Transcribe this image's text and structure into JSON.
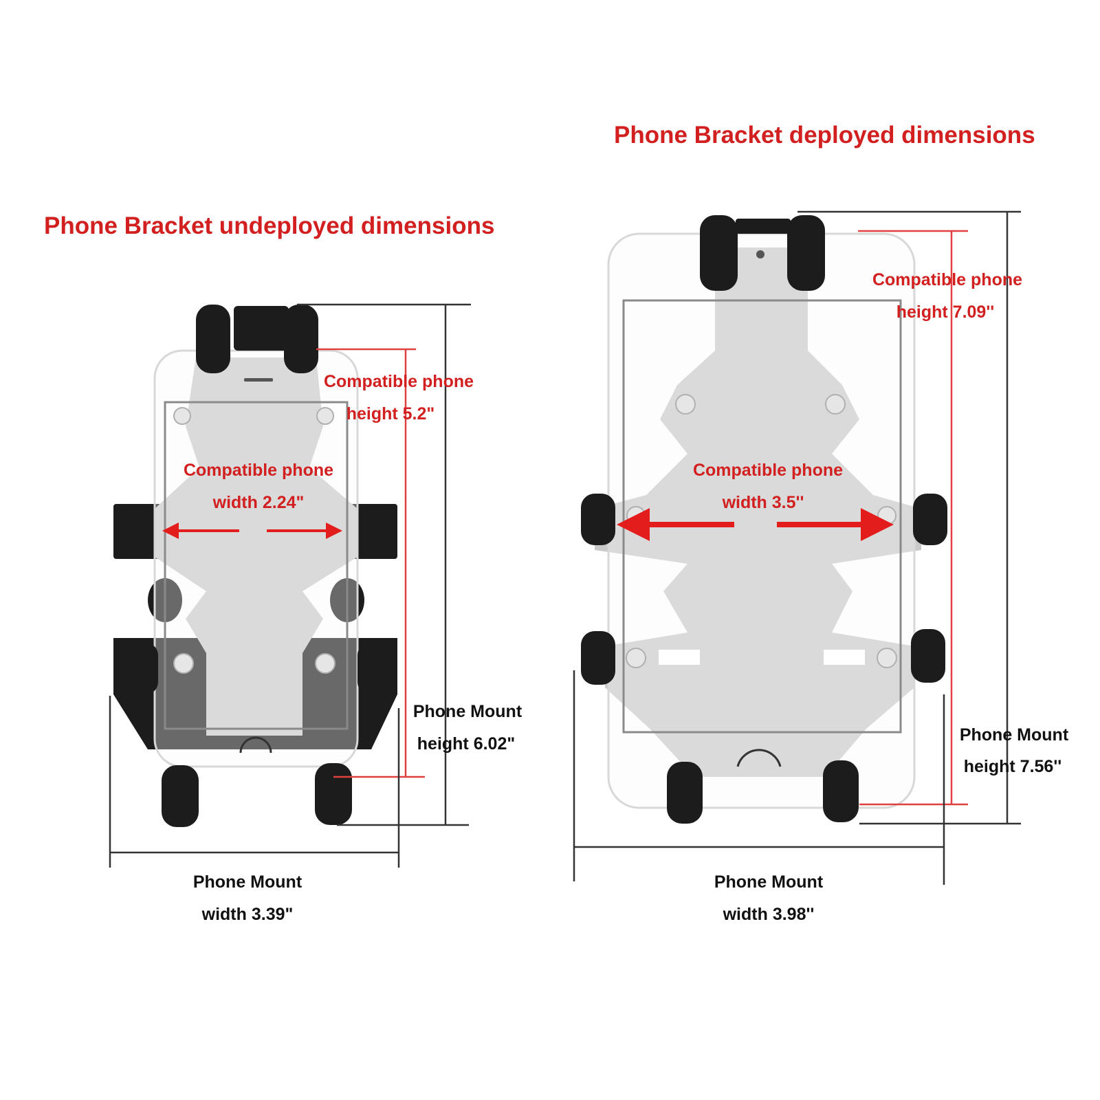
{
  "undeployed": {
    "title": "Phone Bracket undeployed dimensions",
    "compatible_height": {
      "line1": "Compatible phone",
      "line2": "height 5.2\""
    },
    "compatible_width": {
      "line1": "Compatible phone",
      "line2": "width 2.24\""
    },
    "mount_height": {
      "line1": "Phone Mount",
      "line2": "height 6.02\""
    },
    "mount_width": {
      "line1": "Phone Mount",
      "line2": "width 3.39\""
    }
  },
  "deployed": {
    "title": "Phone Bracket deployed dimensions",
    "compatible_height": {
      "line1": "Compatible phone",
      "line2": "height 7.09''"
    },
    "compatible_width": {
      "line1": "Compatible phone",
      "line2": "width 3.5''"
    },
    "mount_height": {
      "line1": "Phone Mount",
      "line2": "height 7.56''"
    },
    "mount_width": {
      "line1": "Phone Mount",
      "line2": "width 3.98''"
    }
  },
  "colors": {
    "accent": "#d21f1f",
    "text": "#111111"
  }
}
